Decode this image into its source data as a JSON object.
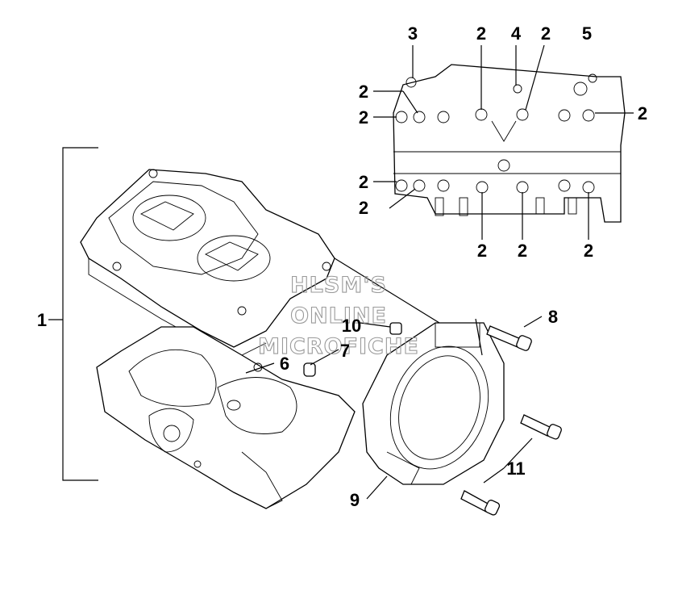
{
  "diagram": {
    "watermark_lines": [
      "HLSM'S",
      "ONLINE",
      "MICROFICHE"
    ],
    "callouts": [
      "1",
      "2",
      "3",
      "4",
      "5",
      "6",
      "7",
      "8",
      "9",
      "10",
      "11"
    ]
  }
}
